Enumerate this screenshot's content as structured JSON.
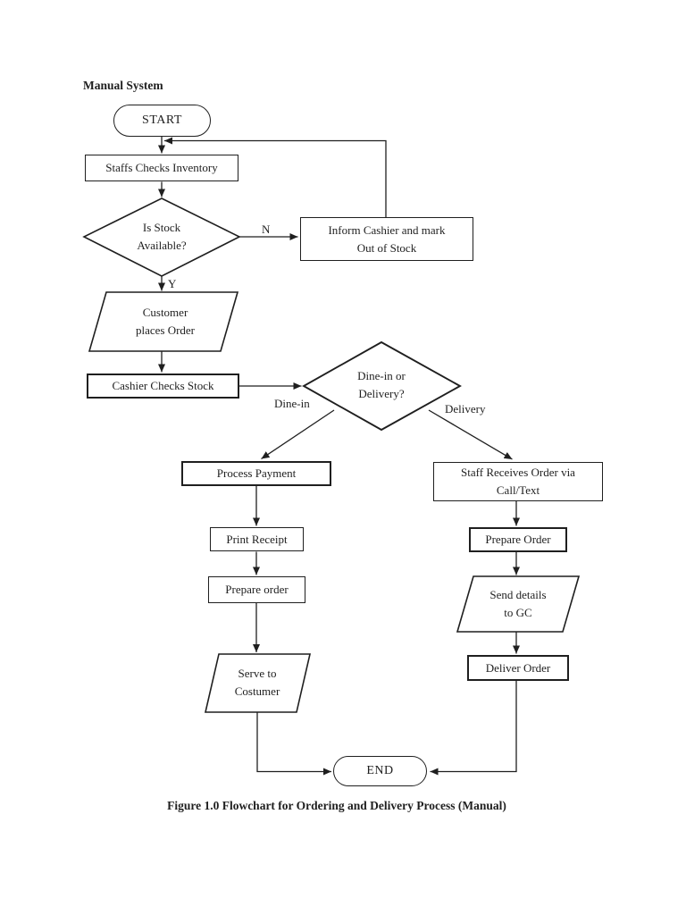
{
  "page": {
    "title": "Manual System",
    "caption": "Figure 1.0 Flowchart for Ordering and Delivery Process (Manual)"
  },
  "colors": {
    "line": "#1f1f1f",
    "text": "#1f1f1f",
    "background": "#ffffff"
  },
  "nodes": {
    "start": {
      "label": "START",
      "type": "terminator"
    },
    "staffs_checks_inventory": {
      "label": "Staffs Checks Inventory",
      "type": "process"
    },
    "is_stock_available": {
      "line1": "Is Stock",
      "line2": "Available?",
      "type": "decision"
    },
    "inform_cashier": {
      "line1": "Inform Cashier and mark",
      "line2": "Out of Stock",
      "type": "process"
    },
    "customer_places_order": {
      "line1": "Customer",
      "line2": "places Order",
      "type": "input-output"
    },
    "cashier_checks_stock": {
      "label": "Cashier Checks Stock",
      "type": "process"
    },
    "dine_in_or_delivery": {
      "line1": "Dine-in or",
      "line2": "Delivery?",
      "type": "decision"
    },
    "process_payment": {
      "label": "Process Payment",
      "type": "process"
    },
    "print_receipt": {
      "label": "Print Receipt",
      "type": "process"
    },
    "prepare_order_dine_in": {
      "label": "Prepare order",
      "type": "process"
    },
    "serve_to_costumer": {
      "line1": "Serve to",
      "line2": "Costumer",
      "type": "input-output"
    },
    "staff_receives_order": {
      "line1": "Staff Receives Order via",
      "line2": "Call/Text",
      "type": "process"
    },
    "prepare_order_delivery": {
      "label": "Prepare Order",
      "type": "process"
    },
    "send_details_to_gc": {
      "line1": "Send details",
      "line2": "to GC",
      "type": "input-output"
    },
    "deliver_order": {
      "label": "Deliver Order",
      "type": "process"
    },
    "end": {
      "label": "END",
      "type": "terminator"
    }
  },
  "edge_labels": {
    "no": "N",
    "yes": "Y",
    "dine_in": "Dine-in",
    "delivery": "Delivery"
  }
}
